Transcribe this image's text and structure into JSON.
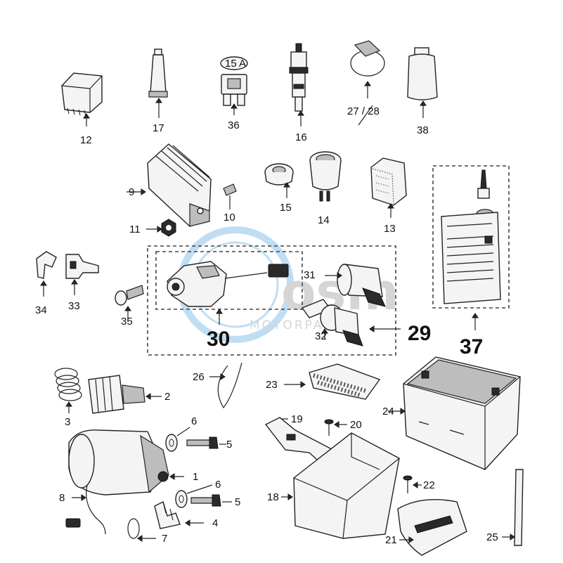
{
  "labels": {
    "p1": "1",
    "p2": "2",
    "p3": "3",
    "p4": "4",
    "p5a": "5",
    "p5b": "5",
    "p6a": "6",
    "p6b": "6",
    "p7": "7",
    "p8": "8",
    "p9": "9",
    "p10": "10",
    "p11": "11",
    "p12": "12",
    "p13": "13",
    "p14": "14",
    "p15": "15",
    "p16": "16",
    "p17": "17",
    "p18": "18",
    "p19": "19",
    "p20": "20",
    "p21": "21",
    "p22": "22",
    "p23": "23",
    "p24": "24",
    "p25": "25",
    "p26": "26",
    "p27_28": "27 / 28",
    "p31": "31",
    "p32": "32",
    "p33": "33",
    "p34": "34",
    "p35": "35",
    "p36": "36",
    "p38": "38"
  },
  "group_labels": {
    "g29": "29",
    "g30": "30",
    "g37": "37"
  },
  "fuse_rating": "15 A",
  "watermark": {
    "logo": "osm",
    "subtitle": "MOTORPARTS"
  }
}
